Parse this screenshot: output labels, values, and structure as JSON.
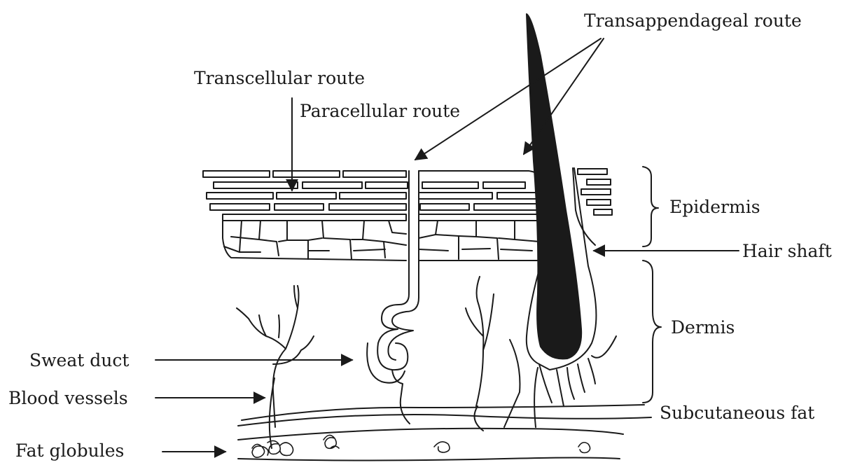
{
  "labels": {
    "transappendageal_route": "Transappendageal route",
    "transcellular_route": "Transcellular route",
    "paracellular_route": "Paracellular route",
    "epidermis": "Epidermis",
    "hair_shaft": "Hair shaft",
    "dermis": "Dermis",
    "sweat_duct": "Sweat duct",
    "blood_vessels": "Blood vessels",
    "subcutaneous_fat": "Subcutaneous fat",
    "fat_globules": "Fat globules"
  },
  "colors": {
    "ink": "#1a1a1a",
    "background": "#ffffff"
  }
}
